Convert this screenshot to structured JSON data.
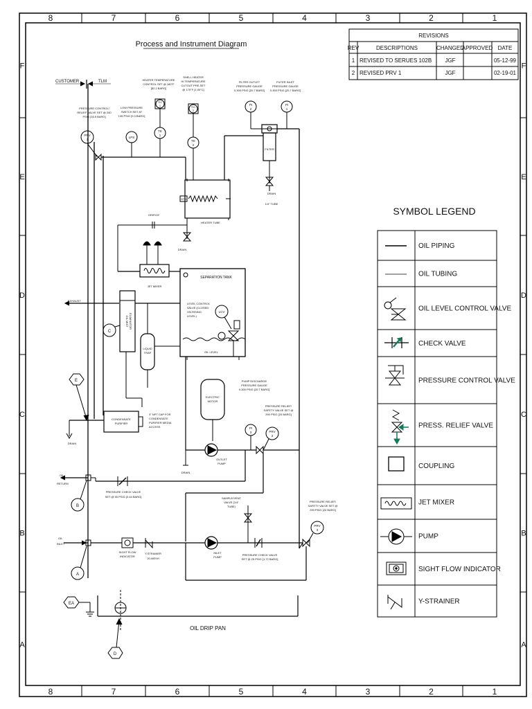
{
  "title": "Process and Instrument Diagram",
  "zones": {
    "columns": [
      "8",
      "7",
      "6",
      "5",
      "4",
      "3",
      "2",
      "1"
    ],
    "rows": [
      "F",
      "E",
      "D",
      "C",
      "B",
      "A"
    ]
  },
  "revisions": {
    "heading": "REVISIONS",
    "columns": [
      "REV",
      "DESCRIPTIONS",
      "CHANGED",
      "APPROVED",
      "DATE"
    ],
    "rows": [
      {
        "rev": "1",
        "desc": "REVISED TO SERUES 102B",
        "changed": "JGF",
        "approved": "",
        "date": "05-12-99"
      },
      {
        "rev": "2",
        "desc": "REVISED PRV 1",
        "changed": "JGF",
        "approved": "",
        "date": "02-19-01"
      }
    ]
  },
  "legend": {
    "title": "SYMBOL LEGEND",
    "items": [
      {
        "label": "OIL PIPING",
        "icon": "pipe-line-icon"
      },
      {
        "label": "OIL TUBING",
        "icon": "tube-line-icon"
      },
      {
        "label": "OIL LEVEL CONTROL VALVE",
        "icon": "level-control-valve-icon"
      },
      {
        "label": "CHECK VALVE",
        "icon": "check-valve-icon"
      },
      {
        "label": "PRESSURE CONTROL VALVE",
        "icon": "pressure-control-valve-icon"
      },
      {
        "label": "PRESS. RELIEF VALVE",
        "icon": "pressure-relief-valve-icon"
      },
      {
        "label": "COUPLING",
        "icon": "coupling-icon"
      },
      {
        "label": "JET MIXER",
        "icon": "jet-mixer-icon"
      },
      {
        "label": "PUMP",
        "icon": "pump-icon"
      },
      {
        "label": "SIGHT FLOW INDICATOR",
        "icon": "sight-flow-indicator-icon"
      },
      {
        "label": "Y-STRAINER",
        "icon": "y-strainer-icon"
      }
    ]
  },
  "diagram": {
    "customer": "CUSTOMER",
    "tlm": "TLM",
    "prv1_note": [
      "PRESSURE CONTROL/",
      "RELIEF VALVE SET @ 240",
      "PSIG [16.5 BARG]"
    ],
    "lps_note": [
      "LOW PRESSURE",
      "SWITCH SET AT",
      "135 PSIG [9.3 BARG]"
    ],
    "heater_note": [
      "HEATER TEMPERATURE",
      "CONTROL SET @ 180°F",
      "[82.2 BARG]"
    ],
    "shell_note": [
      "SHELL HEATER",
      "HI TEMPERATURE",
      "CUTOUT PRE-SET",
      "@ 175°F [1.00°C]"
    ],
    "filter_outlet_note": [
      "FILTER OUTLET",
      "PRESSURE GAUGE",
      "0-300 PSIG [20.7 BARG]"
    ],
    "filter_inlet_note": [
      "FILTER INLET",
      "PRESSURE GAUGE",
      "0-300 PSIG [20.7 BARG]"
    ],
    "tags": {
      "prv1": [
        "PRV",
        "1"
      ],
      "lps": [
        "LPS"
      ],
      "tic1": [
        "TIC",
        "1"
      ],
      "tic2": [
        "TIC",
        "2"
      ],
      "te1": [
        "TE",
        "1"
      ],
      "te2": [
        "TE",
        "2"
      ],
      "pi2": [
        "PI",
        "2"
      ],
      "pi1": [
        "PI",
        "1"
      ],
      "pi3": [
        "PI",
        "3"
      ],
      "prv2": [
        "PRV",
        "2"
      ],
      "prv3": [
        "PRV",
        "3"
      ],
      "lcv": [
        "LCV"
      ],
      "hts": [
        "HTS"
      ]
    },
    "filter": "FILTER",
    "drain": "DRAIN",
    "tube": "1/4\" TUBE",
    "heater_tube": "HEATER TUBE",
    "orifice": "ORIFICE",
    "jet_mixer": "JET MIXER",
    "separation_tank": "SEPARATION TANK",
    "level_control_note": [
      "LEVEL CONTROL",
      "VALVE (CLOSED",
      "ON RISING",
      "LEVEL)"
    ],
    "oil_level": "OIL LEVEL",
    "exhaust": "EXHAUST",
    "oil_mist_eliminator": [
      "OIL MIST",
      "ELIMINATOR"
    ],
    "liquid_trap": [
      "LIQUID",
      "TRAP"
    ],
    "pump_discharge_note": [
      "PUMP DISCHARGE",
      "PRESSURE GAUGE",
      "0-300 PSIG [20.7 BARG]"
    ],
    "electric_motor": [
      "ELECTRIC",
      "MOTOR"
    ],
    "prv2_note": [
      "PRESSURE RELIEF/",
      "SAFETY VALVE SET @",
      "290 PSIG [20 BARG]"
    ],
    "condensate_purifier": [
      "CONDENSATE",
      "PURIFIER"
    ],
    "npt_note": [
      "3\" NPT CAP FOR",
      "CONDENSATE",
      "PURIFIER MEDIA",
      "ACCESS"
    ],
    "outlet_pump": [
      "OUTLET",
      "PUMP"
    ],
    "oil_return": [
      "OIL",
      "RETURN"
    ],
    "check1_note": [
      "PRESSURE CHECK VALVE",
      "SET @ 50 PSIG [3.44 BARG]"
    ],
    "prv3_note": [
      "PRESSURE RELIEF/",
      "SAFETY VALVE SET @",
      "290 PSIG [20 BARG]"
    ],
    "sample_note": [
      "SAMPLE/VENT",
      "VALVE (1/4\"",
      "TUBE)"
    ],
    "oil_inlet": [
      "OIL",
      "INLET"
    ],
    "sight_flow": [
      "SIGHT FLOW",
      "INDICATOR"
    ],
    "y_strainer": [
      "Y-STRAINER",
      "20-MESH"
    ],
    "inlet_pump": [
      "INLET",
      "PUMP"
    ],
    "check2_note": [
      "PRESSURE CHECK VALVE",
      "SET @ 25 PSIG [1.72 BARG]"
    ],
    "oil_drip_pan": "OIL DRIP PAN",
    "connections": {
      "a": "A",
      "b": "B",
      "c": "C",
      "d": "D",
      "e": "E",
      "ea": "EA"
    }
  }
}
